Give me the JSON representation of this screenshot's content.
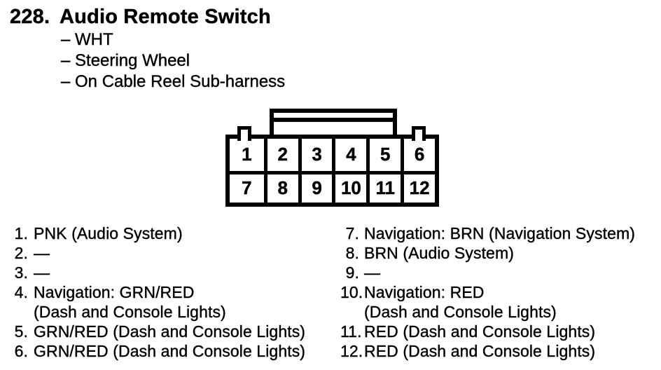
{
  "header": {
    "number": "228.",
    "title": "Audio Remote Switch",
    "details": [
      "– WHT",
      "– Steering Wheel",
      "– On Cable Reel Sub-harness"
    ]
  },
  "connector": {
    "pins": [
      "1",
      "2",
      "3",
      "4",
      "5",
      "6",
      "7",
      "8",
      "9",
      "10",
      "11",
      "12"
    ]
  },
  "pins": {
    "left": [
      {
        "num": "1.",
        "text": "PNK (Audio System)",
        "sub": ""
      },
      {
        "num": "2.",
        "text": "—",
        "sub": ""
      },
      {
        "num": "3.",
        "text": "—",
        "sub": ""
      },
      {
        "num": "4.",
        "text": "Navigation: GRN/RED",
        "sub": "(Dash and Console Lights)"
      },
      {
        "num": "5.",
        "text": "GRN/RED (Dash and Console Lights)",
        "sub": ""
      },
      {
        "num": "6.",
        "text": "GRN/RED (Dash and Console Lights)",
        "sub": ""
      }
    ],
    "right": [
      {
        "num": "7.",
        "text": "Navigation: BRN (Navigation System)",
        "sub": ""
      },
      {
        "num": "8.",
        "text": "BRN (Audio System)",
        "sub": ""
      },
      {
        "num": "9.",
        "text": "—",
        "sub": ""
      },
      {
        "num": "10.",
        "text": "Navigation: RED",
        "sub": "(Dash and Console Lights)"
      },
      {
        "num": "11.",
        "text": "RED (Dash and Console Lights)",
        "sub": ""
      },
      {
        "num": "12.",
        "text": "RED (Dash and Console Lights)",
        "sub": ""
      }
    ]
  },
  "colors": {
    "ink": "#000000",
    "background": "#ffffff"
  }
}
